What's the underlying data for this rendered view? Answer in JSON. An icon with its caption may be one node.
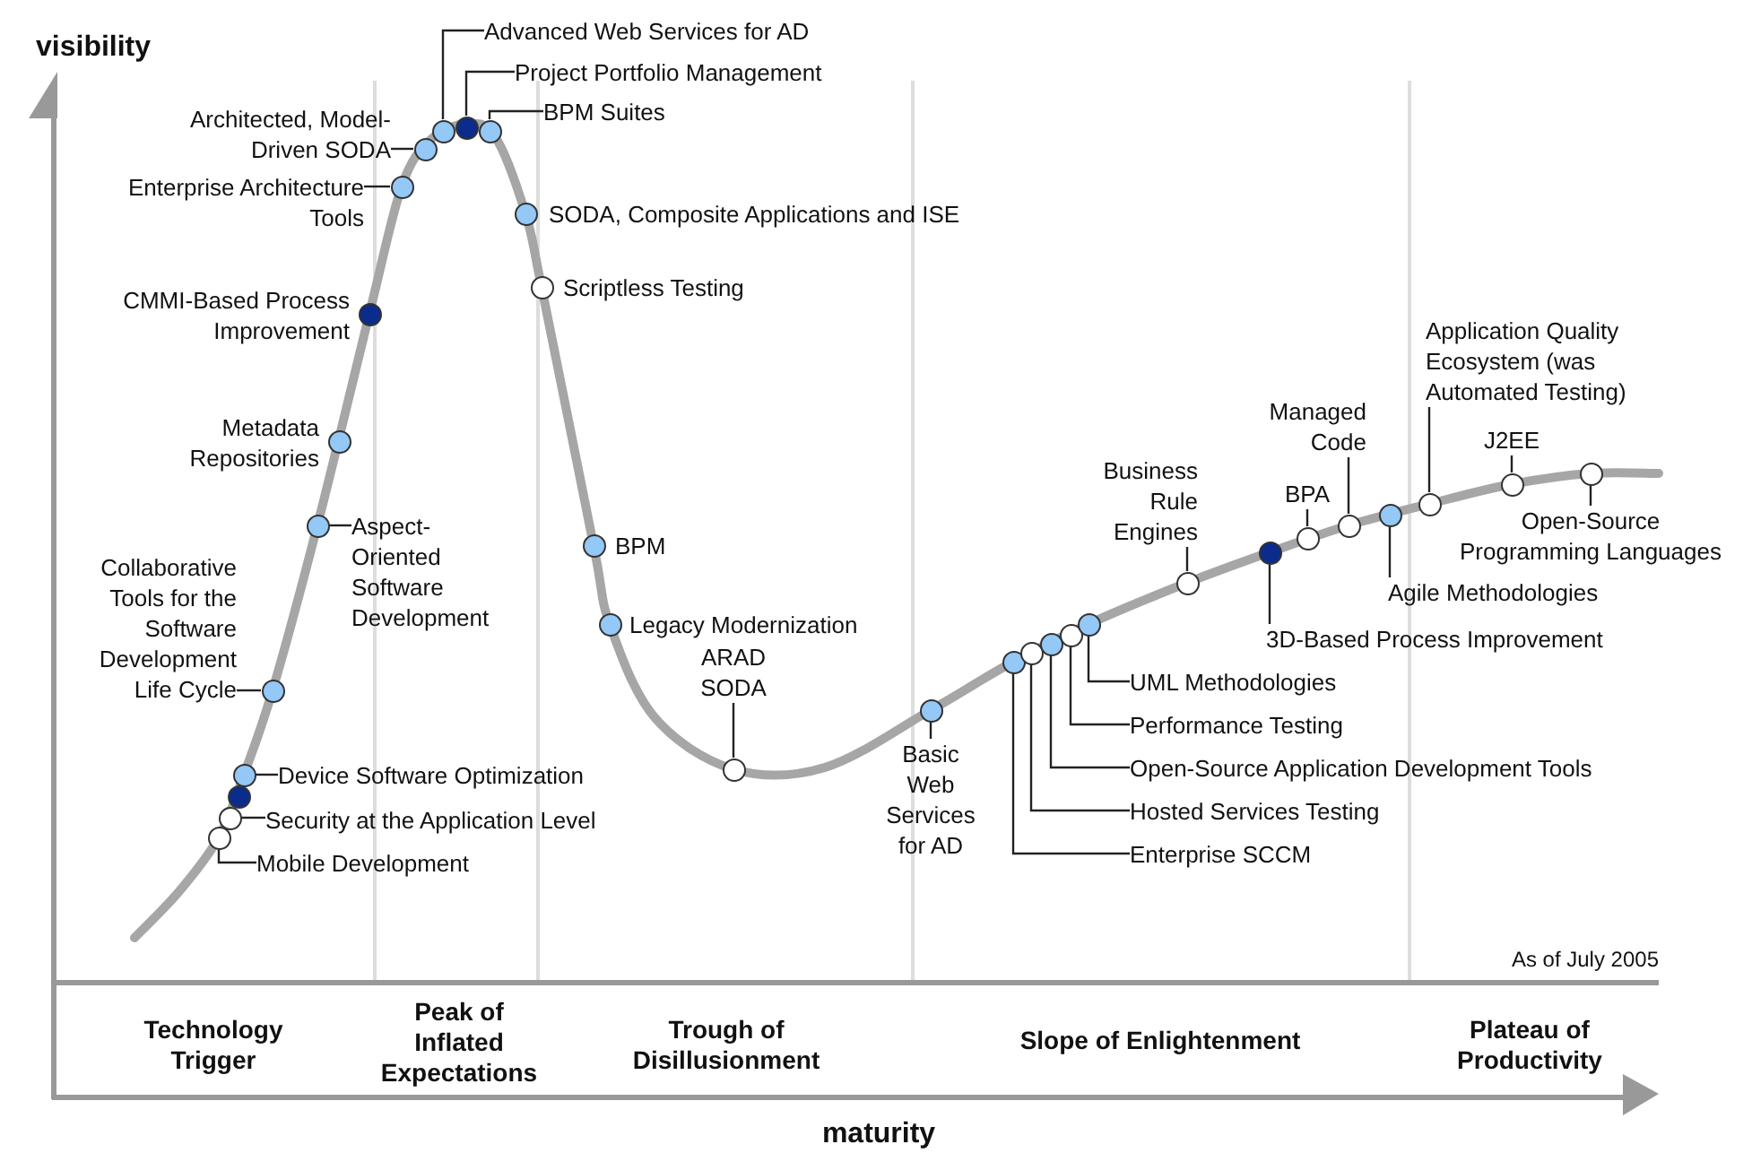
{
  "diagram": {
    "nodes": [
      {
        "text": [],
        "shape": "circle"
      },
      {
        "text": [
          "Mobile Development"
        ]
      },
      {
        "text": [],
        "shape": "circle"
      },
      {
        "text": [
          "Security at the Application Level"
        ]
      },
      {
        "text": [],
        "shape": "circle"
      },
      {
        "text": [],
        "shape": "circle"
      },
      {
        "text": [
          "Device Software Optimization"
        ]
      },
      {
        "text": [],
        "shape": "circle"
      },
      {
        "text": [
          "Collaborative Tools for the Software Development Life Cycle"
        ]
      },
      {
        "text": [],
        "shape": "circle"
      },
      {
        "text": [
          "Aspect-Oriented Software Development"
        ]
      },
      {
        "text": [],
        "shape": "circle",
        "beside": [
          "Metadata Repositories"
        ]
      },
      {
        "text": [],
        "shape": "circle",
        "beside": [
          "CMMI-Based Process Improvement"
        ]
      },
      {
        "text": [],
        "shape": "circle"
      },
      {
        "text": [
          "Enterprise Architecture Tools"
        ]
      },
      {
        "text": [],
        "shape": "circle"
      },
      {
        "text": [
          "Architected, Model-Driven SODA"
        ]
      },
      {
        "text": [],
        "shape": "circle"
      },
      {
        "text": [
          "Advanced Web Services for AD"
        ]
      },
      {
        "text": [],
        "shape": "circle"
      },
      {
        "text": [
          "Project Portfolio Management"
        ]
      },
      {
        "text": [],
        "shape": "circle"
      },
      {
        "text": [
          "BPM Suites"
        ]
      },
      {
        "text": [],
        "shape": "circle",
        "beside": [
          "SODA, Composite Applications and ISE"
        ]
      },
      {
        "text": [],
        "shape": "circle",
        "beside": [
          "Scriptless Testing"
        ]
      },
      {
        "text": [],
        "shape": "circle",
        "beside": [
          "BPM"
        ]
      },
      {
        "text": [],
        "shape": "circle",
        "beside": [
          "Legacy Modernization"
        ]
      },
      {
        "text": [],
        "shape": "circle"
      },
      {
        "text": [
          "ARAD SODA"
        ]
      },
      {
        "text": [],
        "shape": "circle"
      },
      {
        "text": [
          "Basic Web Services for AD"
        ]
      },
      {
        "text": [],
        "shape": "circle"
      },
      {
        "text": [
          "Enterprise SCCM"
        ]
      },
      {
        "text": [],
        "shape": "circle"
      },
      {
        "text": [
          "Hosted Services Testing"
        ]
      },
      {
        "text": [],
        "shape": "circle"
      },
      {
        "text": [
          "Open-Source Application Development Tools"
        ]
      },
      {
        "text": [],
        "shape": "circle"
      },
      {
        "text": [
          "Performance Testing"
        ]
      },
      {
        "text": [],
        "shape": "circle"
      },
      {
        "text": [
          "UML Methodologies"
        ]
      },
      {
        "text": [],
        "shape": "circle"
      },
      {
        "text": [
          "Business Rule Engines"
        ]
      },
      {
        "text": [],
        "shape": "circle"
      },
      {
        "text": [
          "3D-Based Process Improvement"
        ]
      },
      {
        "text": [],
        "shape": "circle"
      },
      {
        "text": [
          "BPA"
        ]
      },
      {
        "text": [],
        "shape": "circle"
      },
      {
        "text": [
          "Managed Code"
        ]
      },
      {
        "text": [],
        "shape": "circle"
      },
      {
        "text": [
          "Agile Methodologies"
        ]
      },
      {
        "text": [],
        "shape": "circle"
      },
      {
        "text": [
          "Application Quality Ecosystem (was Automated Testing)"
        ]
      },
      {
        "text": [],
        "shape": "circle"
      },
      {
        "text": [
          "J2EE"
        ]
      },
      {
        "text": [],
        "shape": "circle"
      },
      {
        "text": [
          "Open-Source Programming Languages"
        ]
      }
    ],
    "edges": [
      {
        "from": 1,
        "to": 0,
        "arrow": "none"
      },
      {
        "from": 3,
        "to": 2,
        "arrow": "none"
      },
      {
        "from": 6,
        "to": 5,
        "arrow": "none"
      },
      {
        "from": 8,
        "to": 7,
        "arrow": "none"
      },
      {
        "from": 10,
        "to": 9,
        "arrow": "none"
      },
      {
        "from": 14,
        "to": 13,
        "arrow": "none"
      },
      {
        "from": 16,
        "to": 15,
        "arrow": "none"
      },
      {
        "from": 18,
        "to": 17,
        "arrow": "none"
      },
      {
        "from": 20,
        "to": 19,
        "arrow": "none"
      },
      {
        "from": 22,
        "to": 21,
        "arrow": "none"
      },
      {
        "from": 28,
        "to": 27,
        "arrow": "none"
      },
      {
        "from": 30,
        "to": 29,
        "arrow": "none"
      },
      {
        "from": 32,
        "to": 31,
        "arrow": "none"
      },
      {
        "from": 34,
        "to": 33,
        "arrow": "none"
      },
      {
        "from": 36,
        "to": 35,
        "arrow": "none"
      },
      {
        "from": 38,
        "to": 37,
        "arrow": "none"
      },
      {
        "from": 40,
        "to": 39,
        "arrow": "none"
      },
      {
        "from": 42,
        "to": 41,
        "arrow": "none"
      },
      {
        "from": 44,
        "to": 43,
        "arrow": "none"
      },
      {
        "from": 46,
        "to": 45,
        "arrow": "none"
      },
      {
        "from": 48,
        "to": 47,
        "arrow": "none"
      },
      {
        "from": 50,
        "to": 49,
        "arrow": "none"
      },
      {
        "from": 52,
        "to": 51,
        "arrow": "none"
      },
      {
        "from": 54,
        "to": 53,
        "arrow": "none"
      },
      {
        "from": 56,
        "to": 55,
        "arrow": "none"
      }
    ],
    "labels": [
      "visibility",
      "As of July 2005",
      "Technology Trigger",
      "Peak of Inflated Expectations",
      "Trough of Disillusionment",
      "Slope of Enlightenment",
      "Plateau of Productivity",
      "maturity"
    ]
  }
}
